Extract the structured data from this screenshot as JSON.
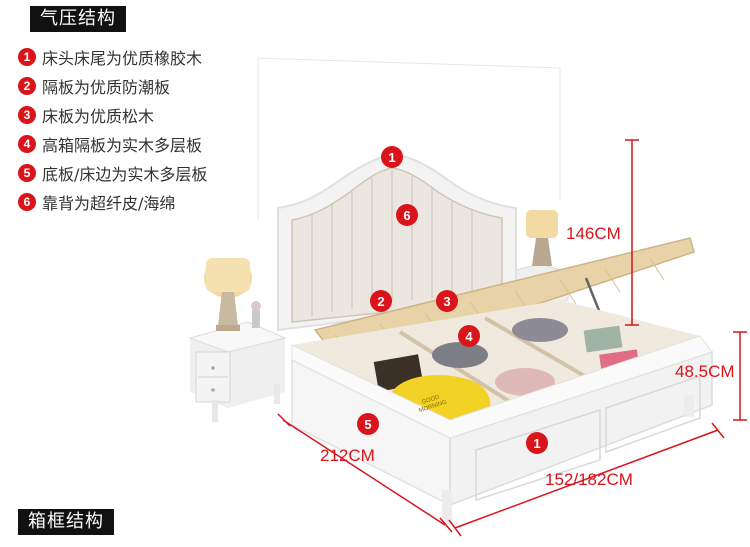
{
  "headers": {
    "top": "气压结构",
    "bottom": "箱框结构"
  },
  "legend": [
    {
      "num": "1",
      "text": "床头床尾为优质橡胶木"
    },
    {
      "num": "2",
      "text": "隔板为优质防潮板"
    },
    {
      "num": "3",
      "text": "床板为优质松木"
    },
    {
      "num": "4",
      "text": "高箱隔板为实木多层板"
    },
    {
      "num": "5",
      "text": "底板/床边为实木多层板"
    },
    {
      "num": "6",
      "text": "靠背为超纤皮/海绵"
    }
  ],
  "callouts": {
    "headboard_top": "1",
    "backrest": "6",
    "divider": "2",
    "slats": "3",
    "box_divider": "4",
    "base": "5",
    "footboard": "1"
  },
  "dimensions": {
    "height": "146CM",
    "height_side": "48.5CM",
    "length": "212CM",
    "width": "152/182CM"
  },
  "pillow_text": "GOOD MORNING",
  "colors": {
    "accent": "#d9141b"
  }
}
